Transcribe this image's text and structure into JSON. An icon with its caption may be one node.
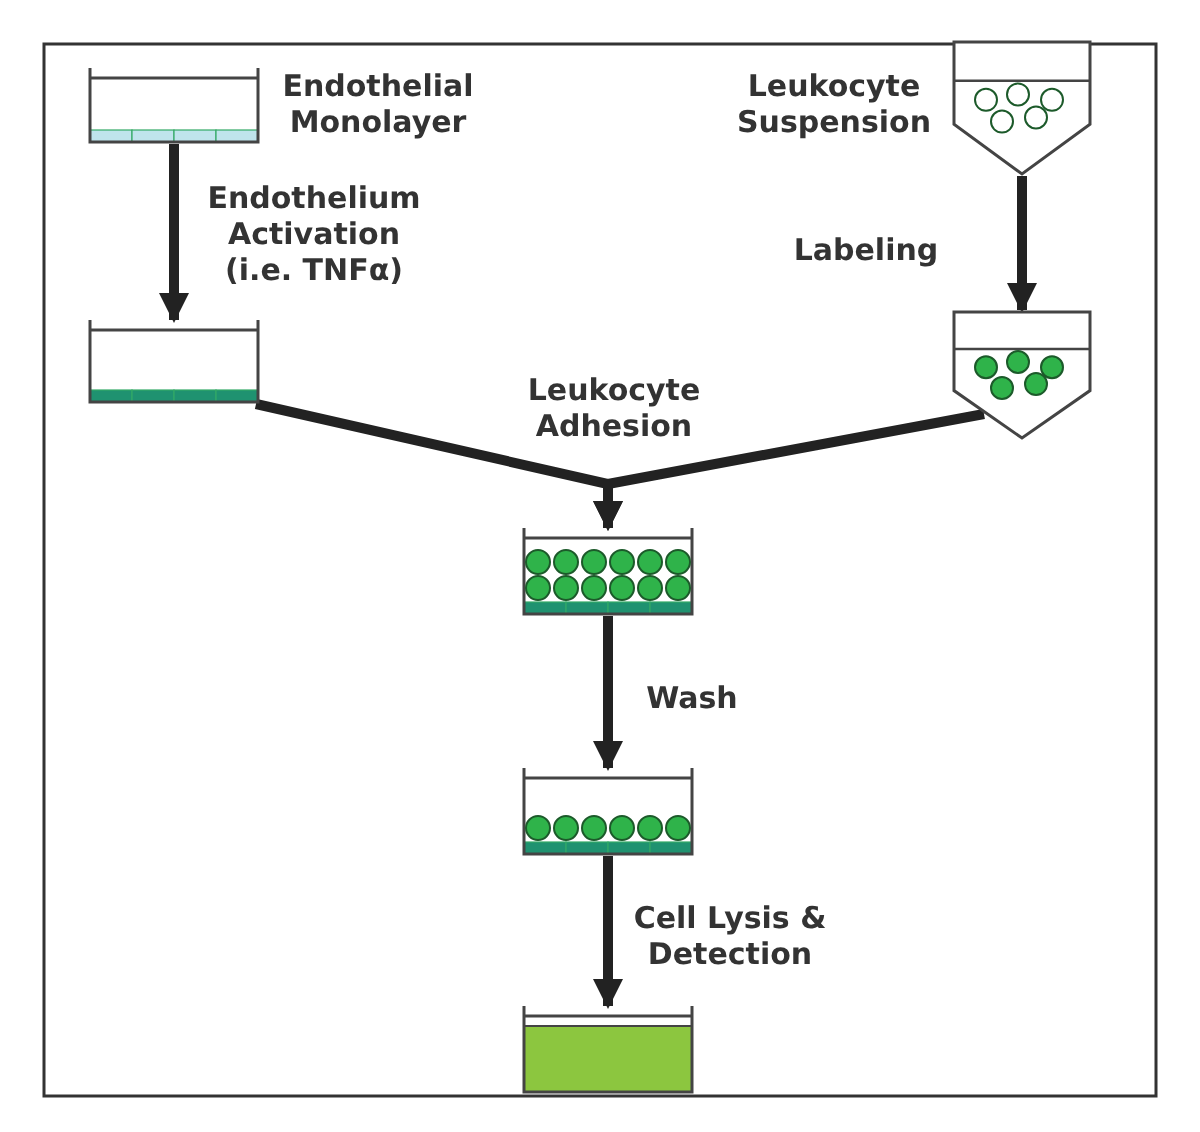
{
  "diagram": {
    "nodes": [
      {
        "text": [],
        "shape": "picture",
        "beside": [
          "Endothelial Monolayer"
        ]
      },
      {
        "text": [],
        "shape": "picture",
        "beside": [
          "Leukocyte Suspension"
        ]
      },
      {
        "text": [],
        "shape": "picture"
      },
      {
        "text": [],
        "shape": "picture"
      },
      {
        "text": [],
        "shape": "picture"
      },
      {
        "text": [],
        "shape": "picture"
      },
      {
        "text": [],
        "shape": "picture"
      }
    ],
    "edges": [
      {
        "from": 0,
        "to": 2,
        "arrow": "to",
        "label": "Endothelium Activation (i.e. TNFα)"
      },
      {
        "from": 1,
        "to": 3,
        "arrow": "to",
        "label": "Labeling"
      },
      {
        "from": 2,
        "to": 4,
        "arrow": "to",
        "label": "Leukocyte Adhesion"
      },
      {
        "from": 3,
        "to": 4,
        "arrow": "to"
      },
      {
        "from": 4,
        "to": 5,
        "arrow": "to",
        "label": "Wash"
      },
      {
        "from": 5,
        "to": 6,
        "arrow": "to",
        "label": "Cell Lysis & Detection"
      }
    ]
  }
}
